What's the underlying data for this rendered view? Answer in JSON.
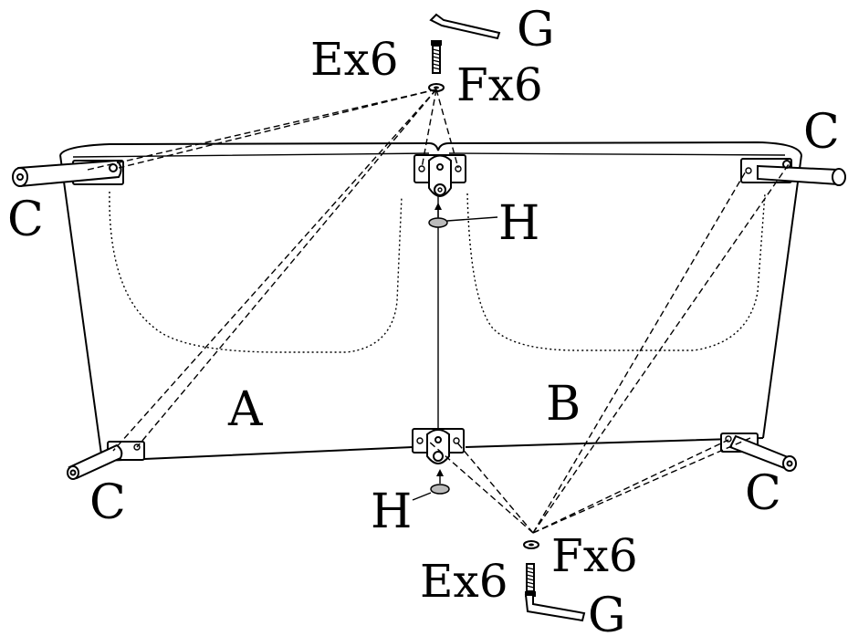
{
  "labels": {
    "panel_a": "A",
    "panel_b": "B",
    "leg_top_left": "C",
    "leg_top_right": "C",
    "leg_bottom_left": "C",
    "leg_bottom_right": "C",
    "connector_top": "H",
    "connector_bottom": "H",
    "bolt_top": "Ex6",
    "washer_top": "Fx6",
    "key_top": "G",
    "bolt_bottom": "Ex6",
    "washer_bottom": "Fx6",
    "key_bottom": "G"
  }
}
